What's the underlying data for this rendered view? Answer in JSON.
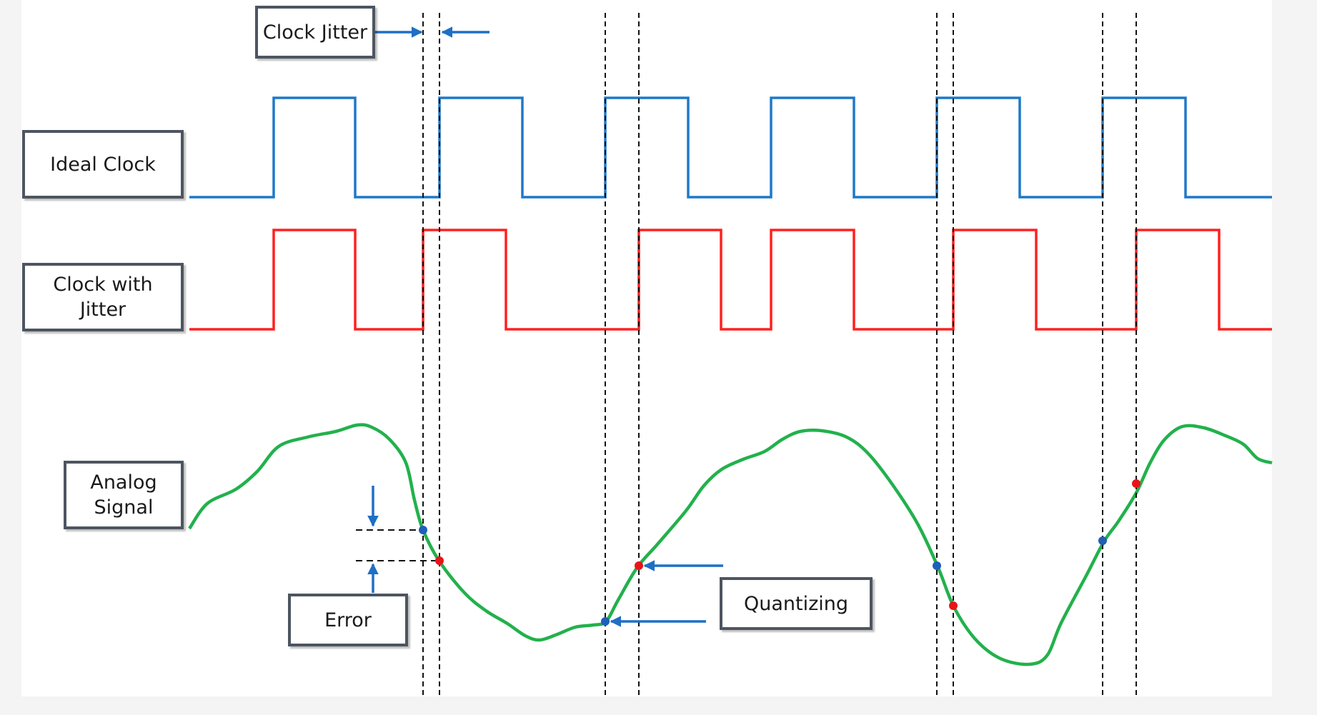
{
  "labels": {
    "clock_jitter": "Clock Jitter",
    "ideal_clock": "Ideal Clock",
    "clock_with_jitter": "Clock with\nJitter",
    "analog_signal": "Analog\nSignal",
    "error": "Error",
    "quantizing": "Quantizing"
  },
  "colors": {
    "ideal_clock": "#1f78c8",
    "jitter_clock": "#ff2020",
    "analog_signal": "#22b14c",
    "ideal_sample_point": "#1f5fb8",
    "jitter_sample_point": "#e8141a",
    "arrow": "#1f6fc5",
    "guide_line": "#111111",
    "box_border": "#4d5560"
  },
  "icons": {
    "arrow": "arrow-icon"
  }
}
